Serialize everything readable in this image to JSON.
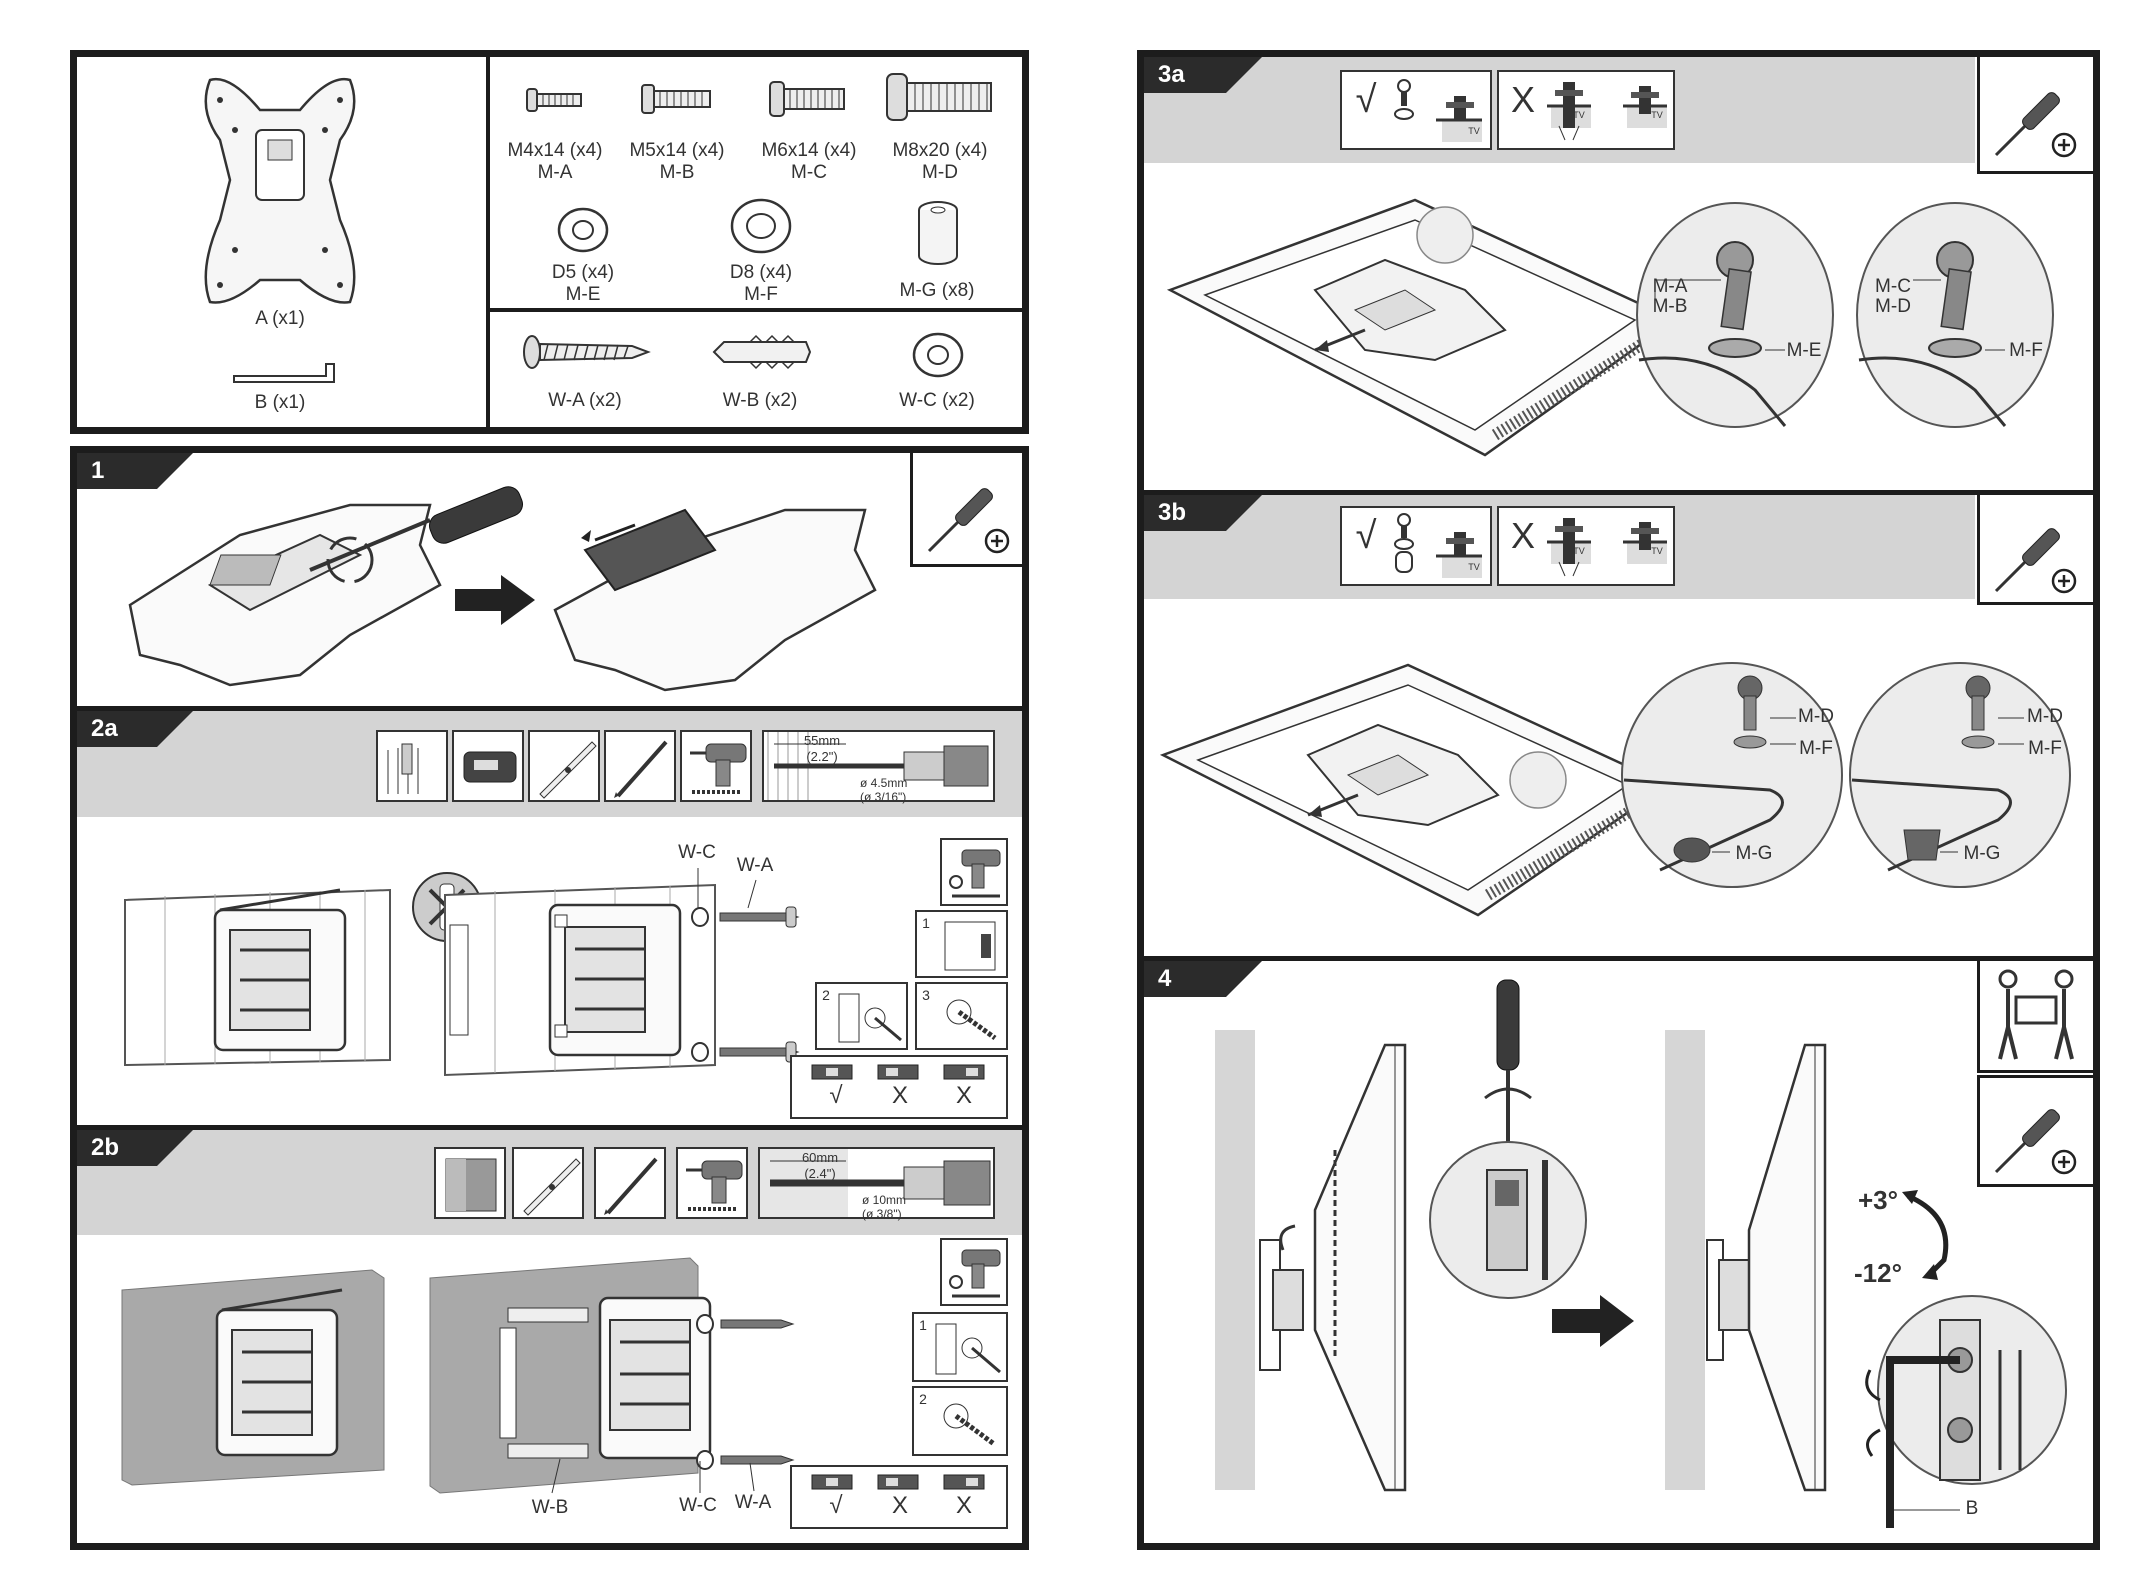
{
  "parts": {
    "plate": "A (x1)",
    "key": "B (x1)",
    "screws": [
      {
        "size": "M4x14 (x4)",
        "code": "M-A"
      },
      {
        "size": "M5x14 (x4)",
        "code": "M-B"
      },
      {
        "size": "M6x14 (x4)",
        "code": "M-C"
      },
      {
        "size": "M8x20 (x4)",
        "code": "M-D"
      }
    ],
    "washers": [
      {
        "size": "D5 (x4)",
        "code": "M-E"
      },
      {
        "size": "D8 (x4)",
        "code": "M-F"
      },
      {
        "size": "M-G (x8)",
        "code": ""
      }
    ],
    "wall_hardware": [
      "W-A (x2)",
      "W-B (x2)",
      "W-C (x2)"
    ]
  },
  "steps": {
    "s1": "1",
    "s2a": "2a",
    "s2b": "2b",
    "s3a": "3a",
    "s3b": "3b",
    "s4": "4"
  },
  "step2a": {
    "drill_depth": "55mm",
    "drill_depth_in": "(2.2\")",
    "bit": "ø 4.5mm",
    "bit_in": "(ø 3/16\")",
    "callout_wc": "W-C",
    "callout_wa": "W-A",
    "sub_steps": [
      "1",
      "2",
      "3"
    ],
    "level_marks": [
      "√",
      "X",
      "X"
    ]
  },
  "step2b": {
    "drill_depth": "60mm",
    "drill_depth_in": "(2.4\")",
    "bit": "ø 10mm",
    "bit_in": "(ø 3/8\")",
    "callout_wb": "W-B",
    "callout_wc": "W-C",
    "callout_wa": "W-A",
    "sub_steps": [
      "1",
      "2"
    ],
    "level_marks": [
      "√",
      "X",
      "X"
    ]
  },
  "step3a": {
    "check": "√",
    "cross": "X",
    "tv": "TV",
    "left_circle": {
      "screw_a": "M-A",
      "screw_b": "M-B",
      "washer": "M-E"
    },
    "right_circle": {
      "screw_a": "M-C",
      "screw_b": "M-D",
      "washer": "M-F"
    }
  },
  "step3b": {
    "check": "√",
    "cross": "X",
    "tv": "TV",
    "labels": [
      "M-D",
      "M-F",
      "M-G"
    ]
  },
  "step4": {
    "tilt_up": "+3°",
    "tilt_down": "-12°",
    "key_label": "B"
  }
}
